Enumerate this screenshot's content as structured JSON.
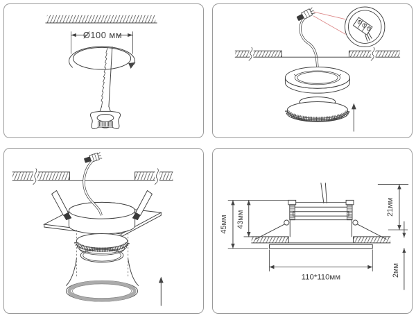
{
  "document": {
    "title": "Recessed downlight installation instructions (4-step pictogram sheet)"
  },
  "colors": {
    "line": "#444444",
    "panel_border": "#9a9a9a",
    "leader_red": "#dd8a8a",
    "rim_gray": "#ababab"
  },
  "panels": {
    "step1": {
      "name": "cut-ceiling-hole",
      "hole_diameter_label": "Ø100 мм",
      "icons": [
        "ceiling-hatch",
        "hole-ellipse",
        "rotate-arrow-icon",
        "drywall-saw-icon"
      ]
    },
    "step2": {
      "name": "connect-wiring-insert-ring",
      "icons": [
        "terminal-block-icon",
        "zoom-detail-circle",
        "ceiling-section",
        "mounting-ring",
        "lamp-body",
        "up-arrow-icon"
      ]
    },
    "step3": {
      "name": "fold-spring-clips-insert-body",
      "icons": [
        "terminal-block-icon",
        "ceiling-section",
        "spring-clip-icon",
        "driver-box",
        "square-flange",
        "lamp-body",
        "up-arrow-icon"
      ]
    },
    "step4": {
      "name": "fixture-dimensions",
      "height_total_label": "45мм",
      "recess_depth_label": "43мм",
      "above_ceiling_label": "21мм",
      "trim_thickness_label": "2мм",
      "cutout_label": "110*110мм",
      "icons": [
        "dimension-arrows",
        "ceiling-section",
        "fixture-cross-section"
      ]
    }
  }
}
